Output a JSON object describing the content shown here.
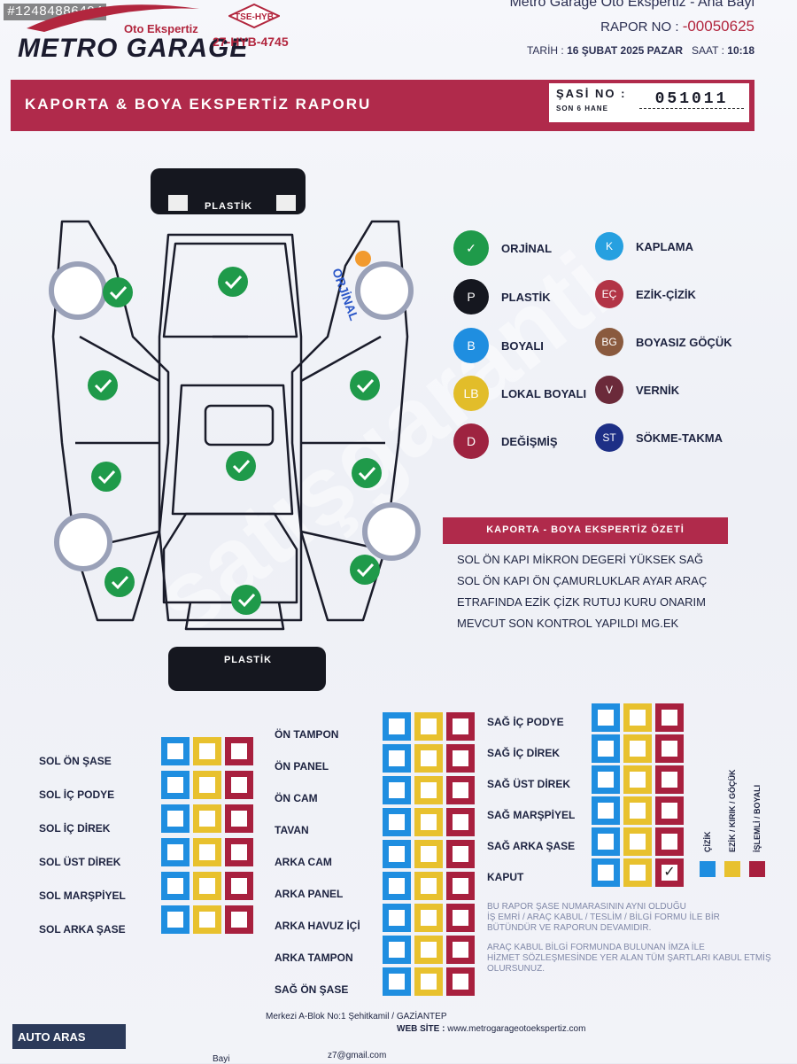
{
  "image_ref": "#12484886404",
  "brand": {
    "name": "METRO GARAGE",
    "sub": "Oto Ekspertiz",
    "tse": "TSE-HYB",
    "plate_code": "27-HYB-4745"
  },
  "header": {
    "company": "Metro Garage Oto Ekspertiz - Ana Bayi",
    "report_label": "RAPOR NO :",
    "report_no": "-00050625",
    "date_label": "TARİH :",
    "date": "16 ŞUBAT 2025 PAZAR",
    "time_label": "SAAT :",
    "time": "10:18"
  },
  "title": "KAPORTA & BOYA EKSPERTİZ RAPORU",
  "chassis": {
    "label": "ŞASİ NO :",
    "sublabel": "SON 6 HANE",
    "value": "051011"
  },
  "diagram": {
    "front_label": "PLASTİK",
    "rear_label": "PLASTİK",
    "handwritten": "ORJİNAL"
  },
  "legend": [
    {
      "code": "✓",
      "label": "ORJİNAL",
      "color": "#1f9a4a",
      "icon": "check-icon"
    },
    {
      "code": "K",
      "label": "KAPLAMA",
      "color": "#26a0e0"
    },
    {
      "code": "P",
      "label": "PLASTİK",
      "color": "#15171f"
    },
    {
      "code": "EÇ",
      "label": "EZİK-ÇİZİK",
      "color": "#b23446"
    },
    {
      "code": "B",
      "label": "BOYALI",
      "color": "#1f8ee0"
    },
    {
      "code": "BG",
      "label": "BOYASIZ GÖÇÜK",
      "color": "#8a5a3e"
    },
    {
      "code": "LB",
      "label": "LOKAL BOYALI",
      "color": "#e2bd2a"
    },
    {
      "code": "V",
      "label": "VERNİK",
      "color": "#6b2a3a"
    },
    {
      "code": "D",
      "label": "DEĞİŞMİŞ",
      "color": "#9e2340"
    },
    {
      "code": "ST",
      "label": "SÖKME-TAKMA",
      "color": "#1d2f86"
    }
  ],
  "summary": {
    "title": "KAPORTA - BOYA EKSPERTİZ ÖZETİ",
    "lines": [
      "SOL ÖN KAPI MİKRON DEGERİ YÜKSEK SAĞ",
      "SOL ÖN KAPI ÖN ÇAMURLUKLAR AYAR ARAÇ",
      "ETRAFINDA EZİK ÇİZK RUTUJ KURU ONARIM",
      "MEVCUT SON KONTROL YAPILDI MG.EK"
    ]
  },
  "parts_left": [
    "SOL ÖN ŞASE",
    "SOL İÇ PODYE",
    "SOL İÇ DİREK",
    "SOL ÜST DİREK",
    "SOL MARŞPİYEL",
    "SOL ARKA ŞASE"
  ],
  "parts_mid": [
    "ÖN TAMPON",
    "ÖN PANEL",
    "ÖN CAM",
    "TAVAN",
    "ARKA CAM",
    "ARKA PANEL",
    "ARKA HAVUZ İÇİ",
    "ARKA TAMPON",
    "SAĞ ÖN ŞASE"
  ],
  "parts_right": [
    "SAĞ İÇ PODYE",
    "SAĞ İÇ DİREK",
    "SAĞ ÜST DİREK",
    "SAĞ MARŞPİYEL",
    "SAĞ ARKA ŞASE",
    "KAPUT"
  ],
  "checked": {
    "part": "KAPUT",
    "column": "İŞLEMLİ / BOYALI",
    "mark": "✓"
  },
  "categories": [
    "ÇİZİK",
    "EZİK / KIRIK / GÖÇÜK",
    "İŞLEMLİ / BOYALI"
  ],
  "notes": [
    "BU RAPOR ŞASE NUMARASININ AYNI OLDUĞU",
    "İŞ EMRİ / ARAÇ KABUL / TESLİM / BİLGİ FORMU İLE BİR",
    "BÜTÜNDÜR VE RAPORUN DEVAMIDIR.",
    "ARAÇ KABUL BİLGİ FORMUNDA BULUNAN İMZA İLE",
    "HİZMET SÖZLEŞMESİNDE YER ALAN TÜM ŞARTLARI KABUL ETMİŞ",
    "OLURSUNUZ."
  ],
  "footer": {
    "address": "Merkezi A-Blok No:1 Şehitkamil / GAZİANTEP",
    "web_label": "WEB SİTE :",
    "web": "www.metrogarageotoekspertiz.com",
    "bayi": "Bayi",
    "email": "z7@gmail.com"
  },
  "watermark": "satışgaranti",
  "badge": "AUTO ARAS"
}
